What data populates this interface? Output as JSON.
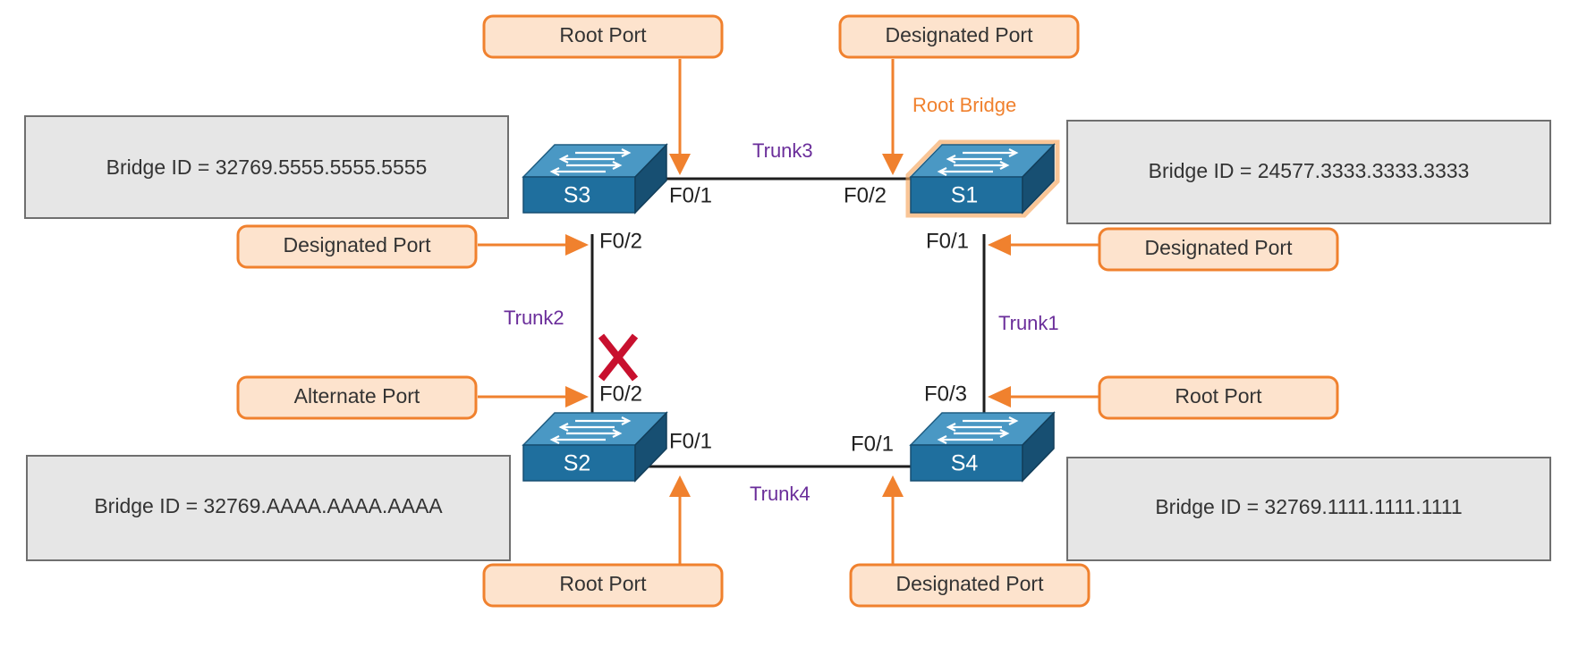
{
  "bridge_ids": {
    "s3": "Bridge ID = 32769.5555.5555.5555",
    "s1": "Bridge ID = 24577.3333.3333.3333",
    "s2": "Bridge ID = 32769.AAAA.AAAA.AAAA",
    "s4": "Bridge ID = 32769.1111.1111.1111"
  },
  "callouts": {
    "top_left": "Root Port",
    "top_right": "Designated Port",
    "mid_left_upper": "Designated Port",
    "mid_right_upper": "Designated Port",
    "mid_left_lower": "Alternate Port",
    "mid_right_lower": "Root Port",
    "bottom_left": "Root Port",
    "bottom_right": "Designated Port"
  },
  "switches": {
    "s3": "S3",
    "s1": "S1",
    "s2": "S2",
    "s4": "S4"
  },
  "root_bridge_label": "Root Bridge",
  "trunks": {
    "trunk1": "Trunk1",
    "trunk2": "Trunk2",
    "trunk3": "Trunk3",
    "trunk4": "Trunk4"
  },
  "ports": {
    "s3_f01": "F0/1",
    "s3_f02": "F0/2",
    "s1_f02": "F0/2",
    "s1_f01": "F0/1",
    "s2_f02": "F0/2",
    "s2_f01": "F0/1",
    "s4_f03": "F0/3",
    "s4_f01": "F0/1"
  },
  "blocked_mark": "X",
  "colors": {
    "callout_border": "#f0812e",
    "callout_fill": "#fde3cd",
    "trunk_label": "#6a2d9a",
    "switch_blue": "#1f6f9e",
    "blocked_red": "#c8102e"
  }
}
